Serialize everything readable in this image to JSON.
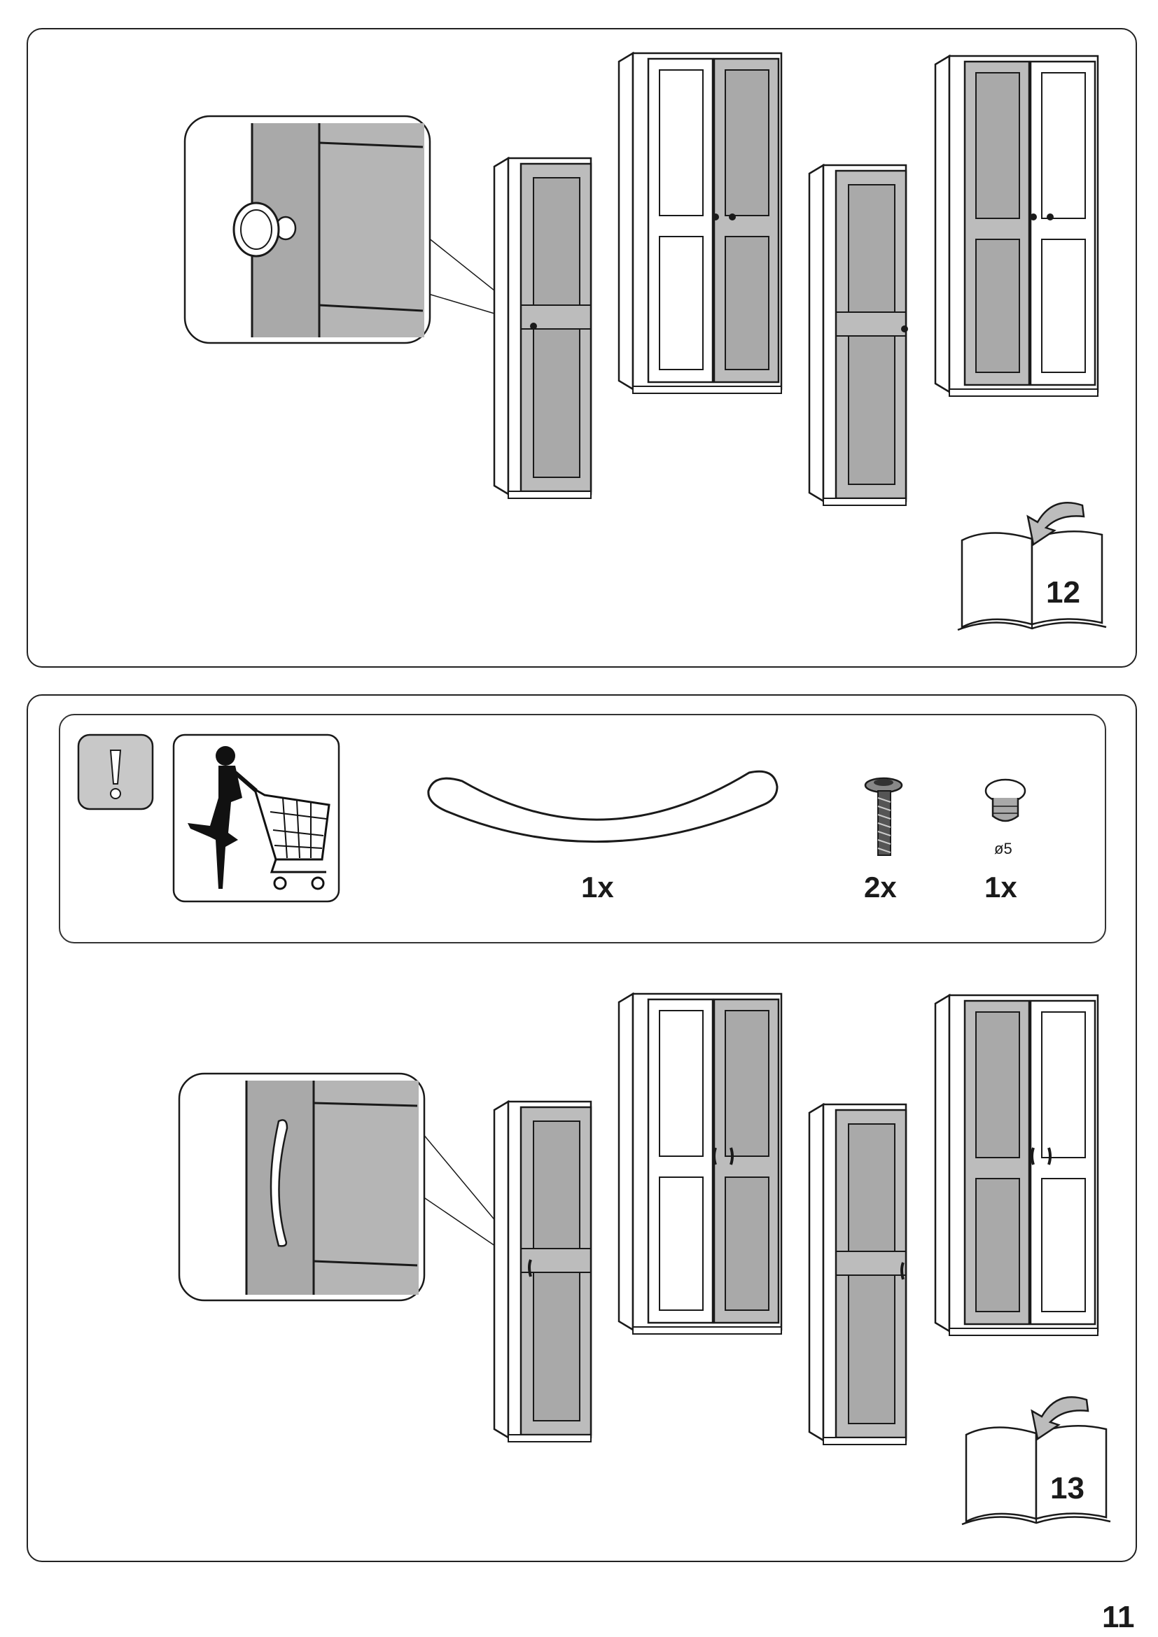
{
  "step1": {
    "detail_view": "round knob detail",
    "next_page": "12"
  },
  "step2": {
    "notice_icon": "exclamation-icon",
    "shopping_icon": "shopping-cart-woman-icon",
    "parts": [
      {
        "name": "curved-handle",
        "qty": "1x"
      },
      {
        "name": "screw",
        "qty": "2x"
      },
      {
        "name": "plug",
        "qty": "1x",
        "dimension": "ø5"
      }
    ],
    "next_page": "13"
  },
  "page_number": "11",
  "colors": {
    "gray_panel": "#a9a9a9",
    "light_gray": "#c8c8c8",
    "line": "#1a1a1a"
  }
}
